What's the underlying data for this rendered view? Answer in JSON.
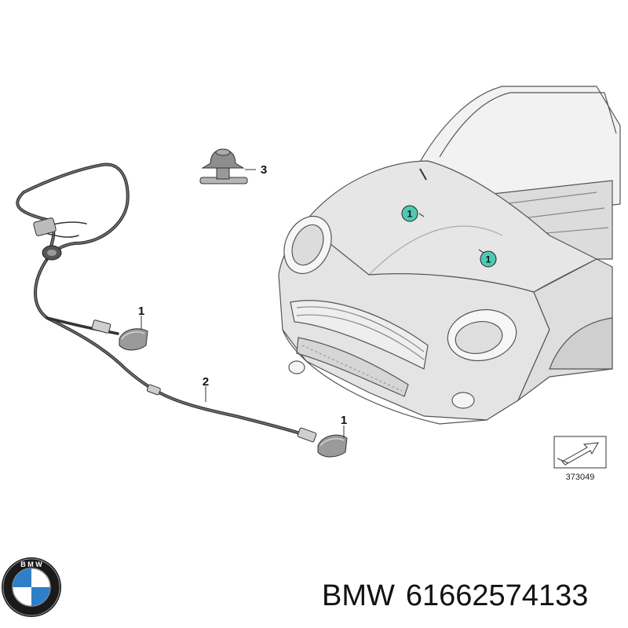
{
  "diagram": {
    "callouts": {
      "hose": "2",
      "nozzle_upper": "1",
      "nozzle_lower": "1",
      "clip": "3",
      "hood_badge_upper": "1",
      "hood_badge_lower": "1"
    },
    "reference_number": "373049"
  },
  "footer": {
    "brand": "BMW",
    "part_number": "61662574133"
  },
  "colors": {
    "badge_fill": "#4fc9b4",
    "body_fill": "#e8e8e8",
    "line": "#333333"
  },
  "icons": [
    "bmw-logo-icon",
    "reference-arrow-icon"
  ]
}
